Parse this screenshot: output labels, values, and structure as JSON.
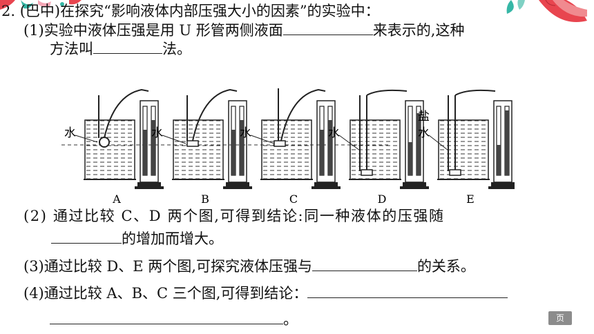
{
  "question": {
    "number": "2.",
    "source": "(巴中)",
    "stem": "在探究“影响液体内部压强大小的因素”的实验中："
  },
  "part1": {
    "line1_before": "(1)实验中液体压强是用 U 形管两侧液面",
    "line1_after": "来表示的,这种",
    "line2_before": "方法叫",
    "line2_after": "法。"
  },
  "part2": {
    "line1": "(2) 通过比较 C、D 两个图,可得到结论:同一种液体的压强随",
    "line2_after": "的增加而增大。"
  },
  "part3": {
    "before": "(3)通过比较 D、E 两个图,可探究液体压强与",
    "after": "的关系。"
  },
  "part4": {
    "before": "(4)通过比较 A、B、C 三个图,可得到结论：",
    "line2_after": "。"
  },
  "figure": {
    "captions": [
      "A",
      "B",
      "C",
      "D",
      "E"
    ],
    "liquid_labels": [
      "水",
      "水",
      "水",
      "水",
      "水"
    ],
    "salt_label": "盐"
  },
  "nav": {
    "page_button": "页"
  },
  "colors": {
    "ink": "#111111",
    "decoration_red": "#e8454f",
    "decoration_teal": "#36b7a6"
  }
}
